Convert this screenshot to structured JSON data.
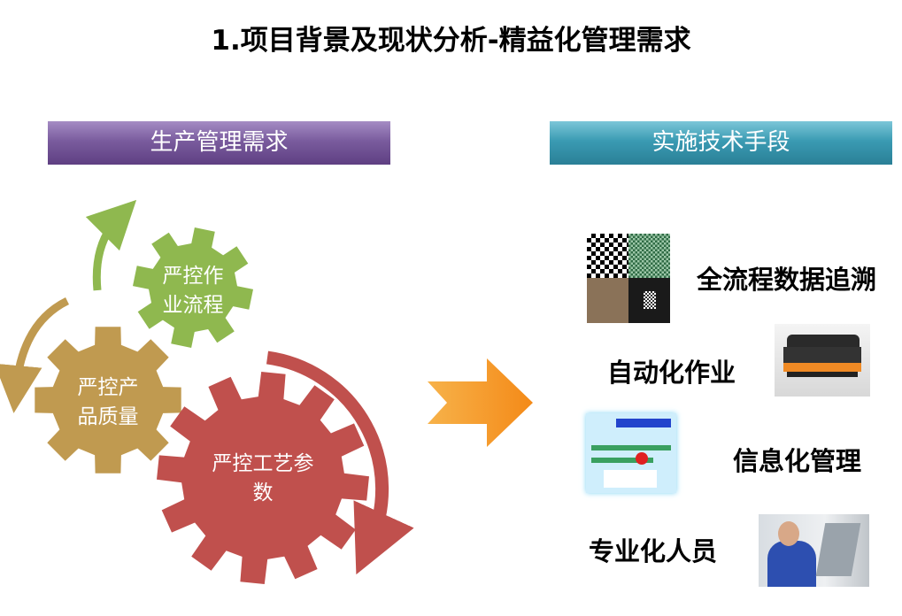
{
  "title": "1.项目背景及现状分析-精益化管理需求",
  "left_header": "生产管理需求",
  "right_header": "实施技术手段",
  "gears": [
    {
      "label": "严控作业流程",
      "line1": "严控作",
      "line2": "业流程",
      "color": "#8fb84f"
    },
    {
      "label": "严控产品质量",
      "line1": "严控产",
      "line2": "品质量",
      "color": "#c09a50"
    },
    {
      "label": "严控工艺参数",
      "line1": "严控工艺参",
      "line2": "数",
      "color": "#c0504d"
    }
  ],
  "arrow_color": "#f79a2e",
  "techniques": [
    {
      "label": "全流程数据追溯",
      "image": "datamatrix-code-image"
    },
    {
      "label": "自动化作业",
      "image": "agv-robot-image"
    },
    {
      "label": "信息化管理",
      "image": "system-diagram-image"
    },
    {
      "label": "专业化人员",
      "image": "technician-photo"
    }
  ]
}
